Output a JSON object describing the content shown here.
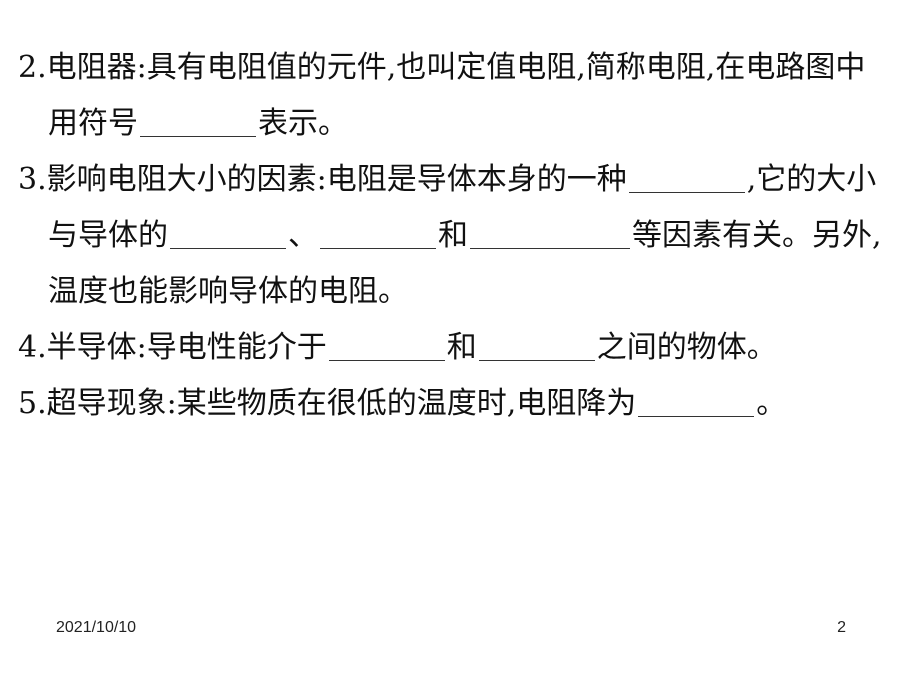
{
  "items": [
    {
      "lines": [
        [
          "2.电阻器:具有电阻值的元件,也叫定值电阻,简称电阻,在电路图中"
        ],
        [
          "用符号",
          "表示。"
        ]
      ]
    },
    {
      "lines": [
        [
          "3.影响电阻大小的因素:电阻是导体本身的一种",
          ",它的大小"
        ],
        [
          "与导体的",
          "、",
          "和",
          "等因素有关。另外,"
        ],
        [
          "温度也能影响导体的电阻。"
        ]
      ]
    },
    {
      "lines": [
        [
          "4.半导体:导电性能介于",
          "和",
          "之间的物体。"
        ]
      ]
    },
    {
      "lines": [
        [
          "5.超导现象:某些物质在很低的温度时,电阻降为",
          "。"
        ]
      ]
    }
  ],
  "footer": {
    "date": "2021/10/10",
    "page": "2"
  }
}
